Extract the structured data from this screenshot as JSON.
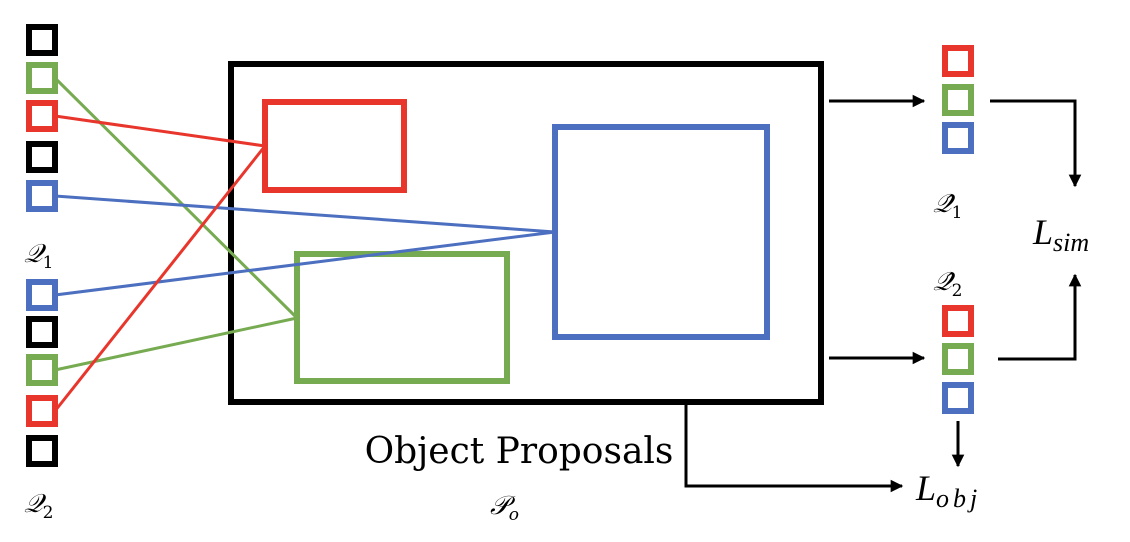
{
  "colors": {
    "black": "#000000",
    "green": "#77ab51",
    "red": "#e8362c",
    "blue": "#4c6fc0",
    "background": "#ffffff"
  },
  "query_set_1": {
    "label_symbol": "𝒬",
    "label_sub": "1",
    "slots": [
      "black",
      "green",
      "red",
      "black",
      "blue"
    ]
  },
  "query_set_2": {
    "label_symbol": "𝒬",
    "label_sub": "2",
    "slots": [
      "blue",
      "black",
      "green",
      "red",
      "black"
    ]
  },
  "proposals": {
    "title": "Object Proposals",
    "symbol": "𝒫",
    "sub": "o"
  },
  "output_1": {
    "label_symbol": "𝒬̂",
    "label_sub": "1",
    "slots": [
      "red",
      "green",
      "blue"
    ]
  },
  "output_2": {
    "label_symbol": "𝒬̂",
    "label_sub": "2",
    "slots": [
      "red",
      "green",
      "blue"
    ]
  },
  "loss_sim": {
    "main": "L",
    "sub": "sim"
  },
  "loss_obj": {
    "main": "L",
    "sub": "obj"
  }
}
